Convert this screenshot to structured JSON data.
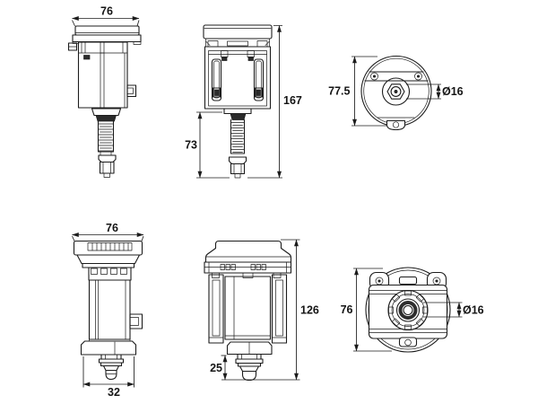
{
  "drawing": {
    "background": "#ffffff",
    "line_color": "#1c1c1c",
    "views": {
      "valve_side": {
        "width": "76"
      },
      "valve_front": {
        "total_height": "167",
        "bellows_height": "73"
      },
      "valve_back": {
        "outer_height": "77.5",
        "hole_diameter": "Ø16"
      },
      "button_side": {
        "width": "76",
        "outlet_width": "32"
      },
      "button_front": {
        "total_height": "126",
        "outlet_height": "25"
      },
      "button_back": {
        "outer_height": "76",
        "hole_diameter": "Ø16"
      }
    }
  }
}
